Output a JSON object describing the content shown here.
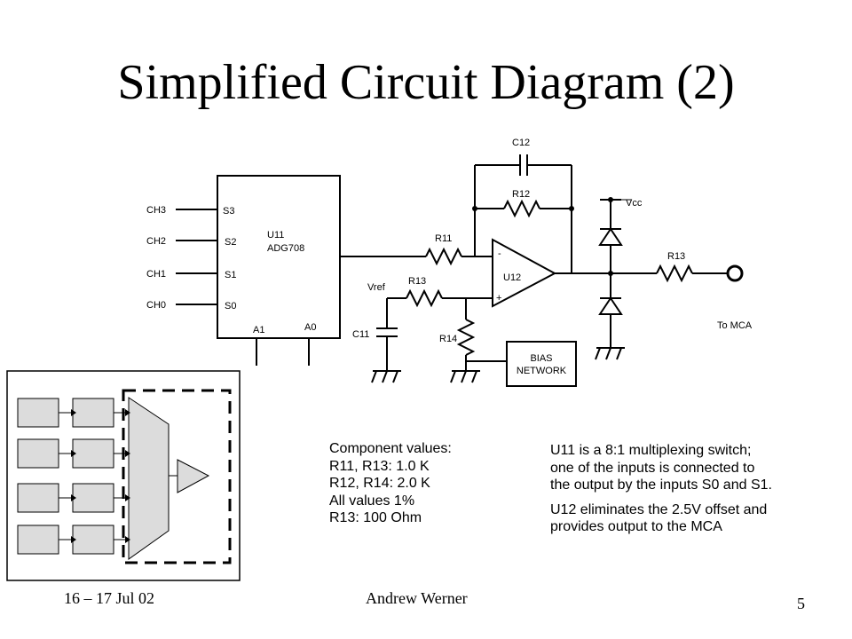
{
  "title": "Simplified Circuit Diagram (2)",
  "diagram": {
    "mux": {
      "ref": "U11",
      "part": "ADG708",
      "pins": [
        "S3",
        "S2",
        "S1",
        "S0",
        "A1",
        "A0"
      ]
    },
    "channels": [
      "CH3",
      "CH2",
      "CH1",
      "CH0"
    ],
    "opamp": {
      "ref": "U12",
      "minus": "-",
      "plus": "+"
    },
    "labels": {
      "c12": "C12",
      "r12": "R12",
      "r11": "R11",
      "r13a": "R13",
      "r13b": "R13",
      "r14": "R14",
      "c11": "C11",
      "vref": "Vref",
      "vcc": "Vcc",
      "to_mca": "To MCA",
      "bias1": "BIAS",
      "bias2": "NETWORK"
    }
  },
  "component_values": {
    "heading": "Component values:",
    "lines": [
      "R11, R13: 1.0 K",
      "R12, R14: 2.0 K",
      "All values 1%",
      "R13: 100 Ohm"
    ]
  },
  "notes": [
    "U11 is a 8:1 multiplexing switch; one of the inputs is connected to the output by the inputs S0 and S1.",
    "U12 eliminates the 2.5V offset and provides output to the MCA"
  ],
  "footer": {
    "date": "16 – 17 Jul 02",
    "author": "Andrew Werner",
    "page": "5"
  }
}
